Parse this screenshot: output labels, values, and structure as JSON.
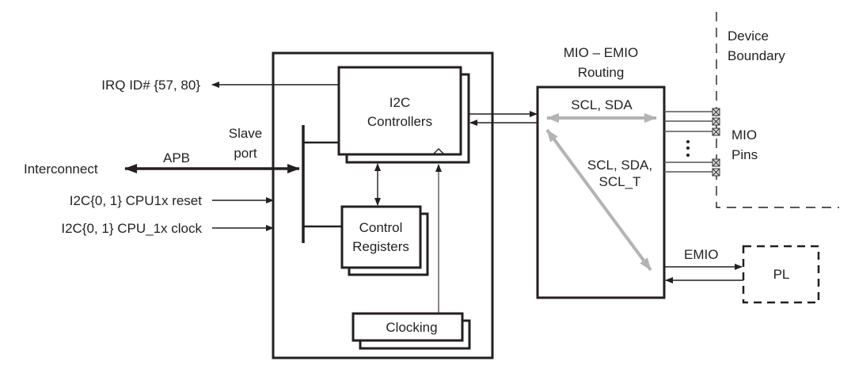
{
  "diagram": {
    "external_signals": {
      "irq": "IRQ ID# {57, 80}",
      "interconnect": "Interconnect",
      "apb": "APB",
      "slave_port_line1": "Slave",
      "slave_port_line2": "port",
      "reset": "I2C{0, 1} CPU1x reset",
      "clock": "I2C{0, 1} CPU_1x clock"
    },
    "blocks": {
      "i2c_controllers": [
        "I2C",
        "Controllers"
      ],
      "control_registers": [
        "Control",
        "Registers"
      ],
      "clocking": "Clocking",
      "mio_emio_title": [
        "MIO – EMIO",
        "Routing"
      ],
      "pl": "PL"
    },
    "routing": {
      "mio_signals": "SCL, SDA",
      "emio_signals": [
        "SCL, SDA,",
        "SCL_T"
      ],
      "emio_label": "EMIO"
    },
    "boundary": {
      "device_boundary": [
        "Device",
        "Boundary"
      ],
      "mio_pins": [
        "MIO",
        "Pins"
      ]
    },
    "colors": {
      "line": "#231f20",
      "routing_arrow": "#b3b3b3"
    }
  }
}
